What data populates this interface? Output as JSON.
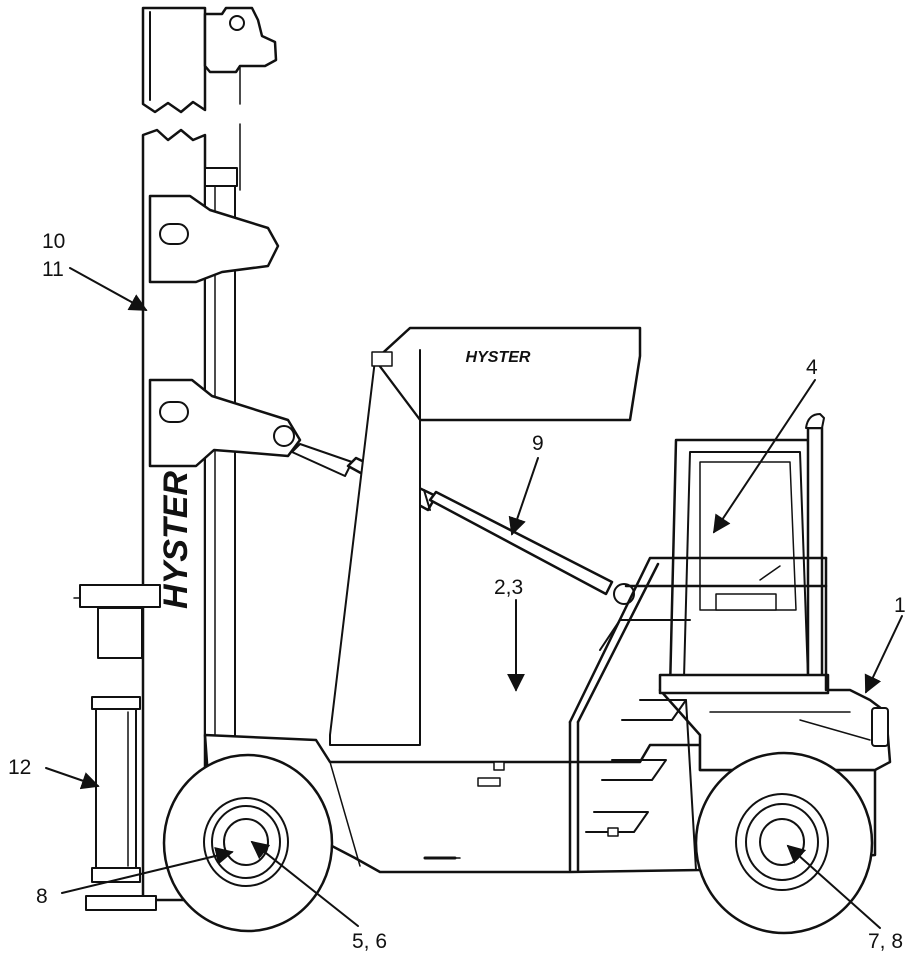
{
  "figure": {
    "brand_mast": "HYSTER",
    "brand_body": "HYSTER",
    "callouts": {
      "c1": "1",
      "c23": "2,3",
      "c4": "4",
      "c56": "5, 6",
      "c78": "7, 8",
      "c8": "8",
      "c9": "9",
      "c10": "10",
      "c11": "11",
      "c12": "12"
    }
  },
  "colors": {
    "ink": "#111111",
    "background": "#ffffff"
  }
}
